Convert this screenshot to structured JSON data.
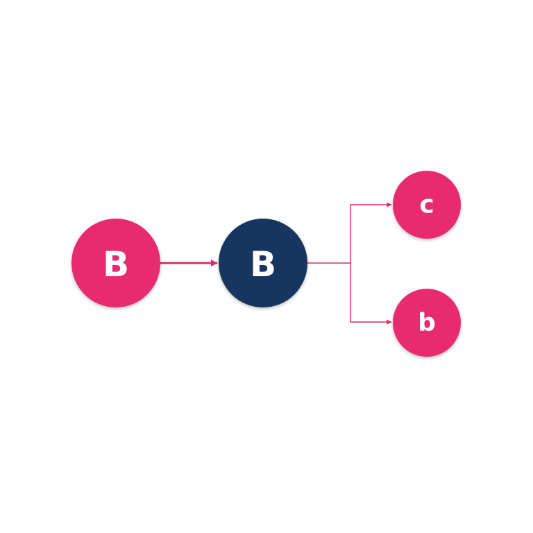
{
  "colors": {
    "primary": "#E8296E",
    "secondary": "#17365E",
    "connector": "#E0296C",
    "background": "#FFFFFF"
  },
  "nodes": {
    "source": {
      "label": "B"
    },
    "center": {
      "label": "B"
    },
    "upper": {
      "label": "c"
    },
    "lower": {
      "label": "b"
    }
  }
}
